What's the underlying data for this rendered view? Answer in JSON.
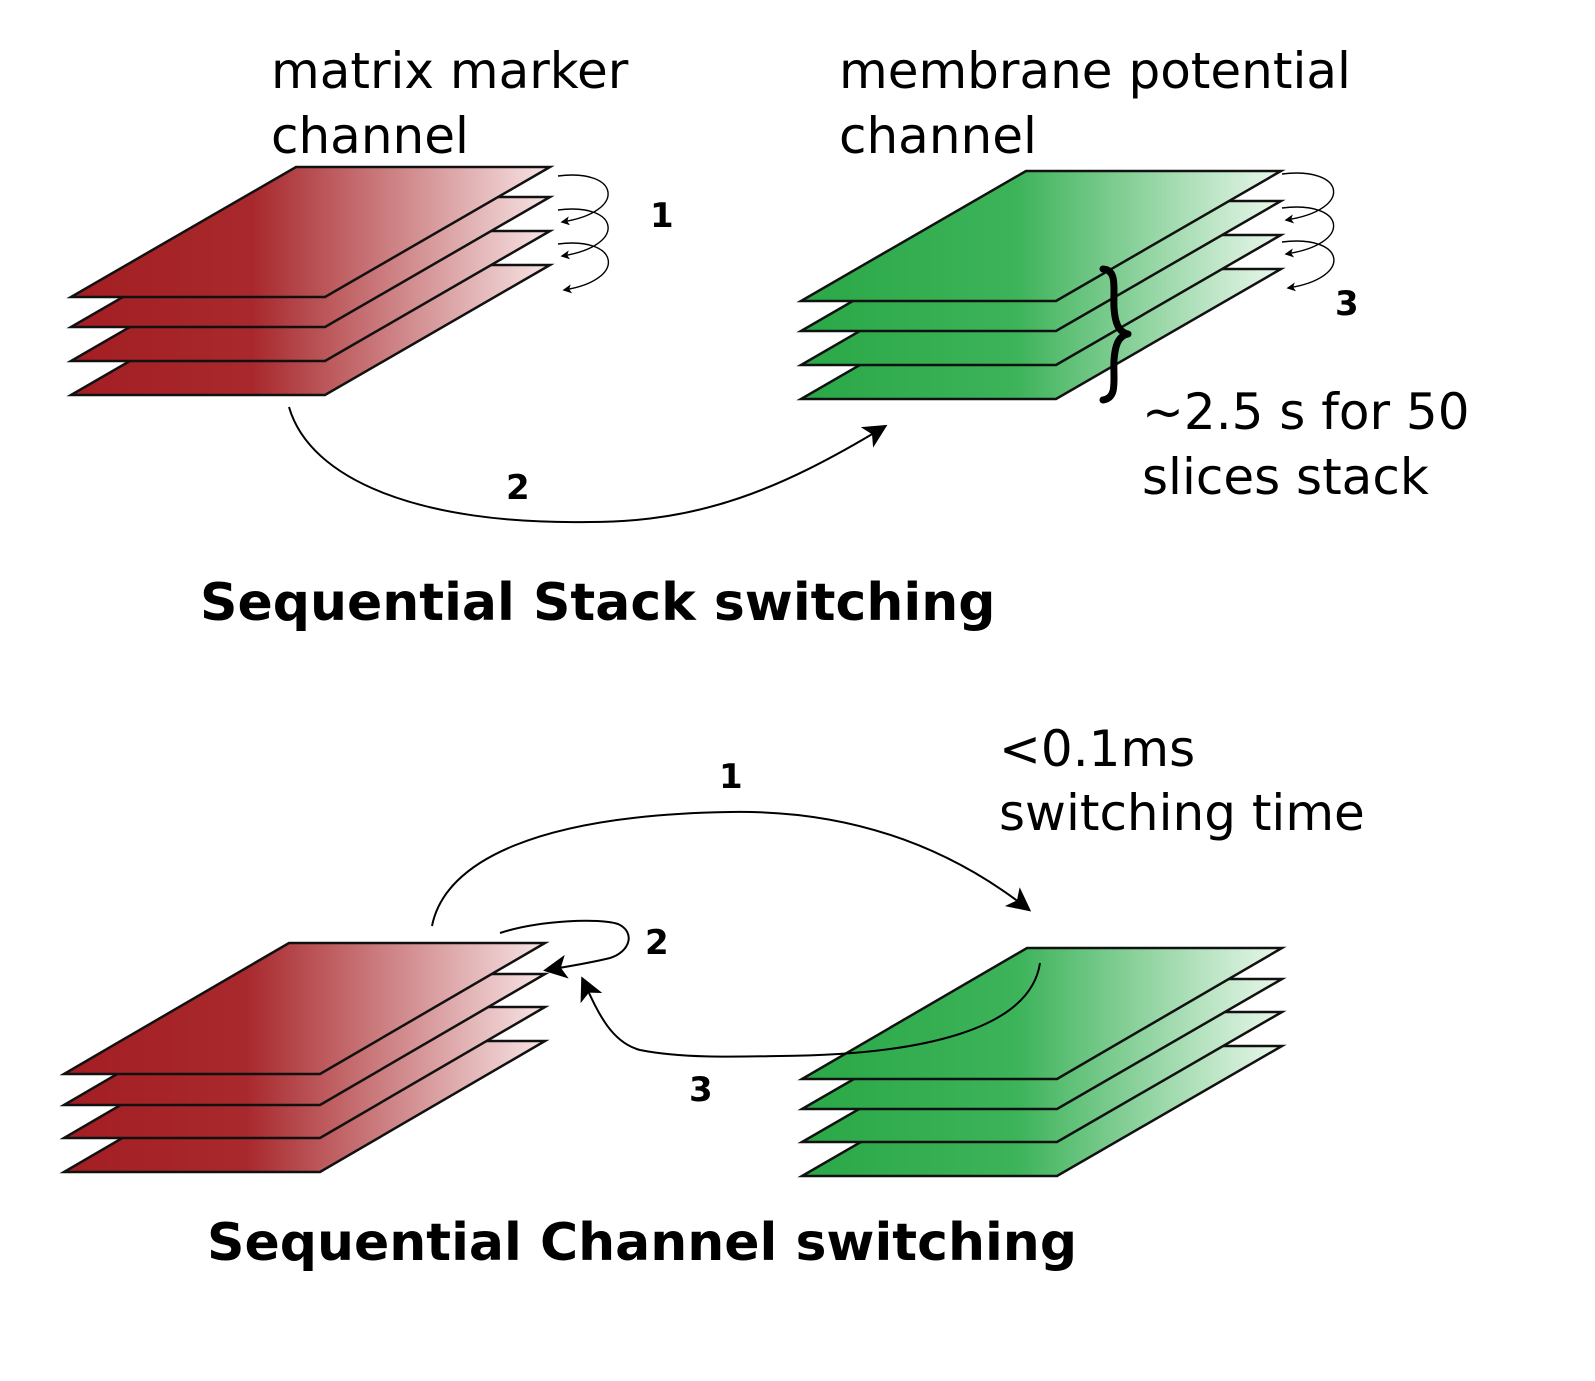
{
  "colors": {
    "red_dark": "#a31e22",
    "red_light": "#f7e4e5",
    "green_dark": "#2aa847",
    "green_light": "#eaf7ec"
  },
  "top": {
    "left_stack_label": [
      "matrix marker",
      "channel"
    ],
    "right_stack_label": [
      "membrane potential",
      "channel"
    ],
    "step1": "1",
    "step2": "2",
    "step3": "3",
    "timing": [
      "~2.5 s for 50",
      "slices stack"
    ],
    "title": "Sequential Stack switching"
  },
  "bottom": {
    "step1": "1",
    "step2": "2",
    "step3": "3",
    "timing": [
      "<0.1ms",
      "switching time"
    ],
    "title": "Sequential Channel switching"
  }
}
